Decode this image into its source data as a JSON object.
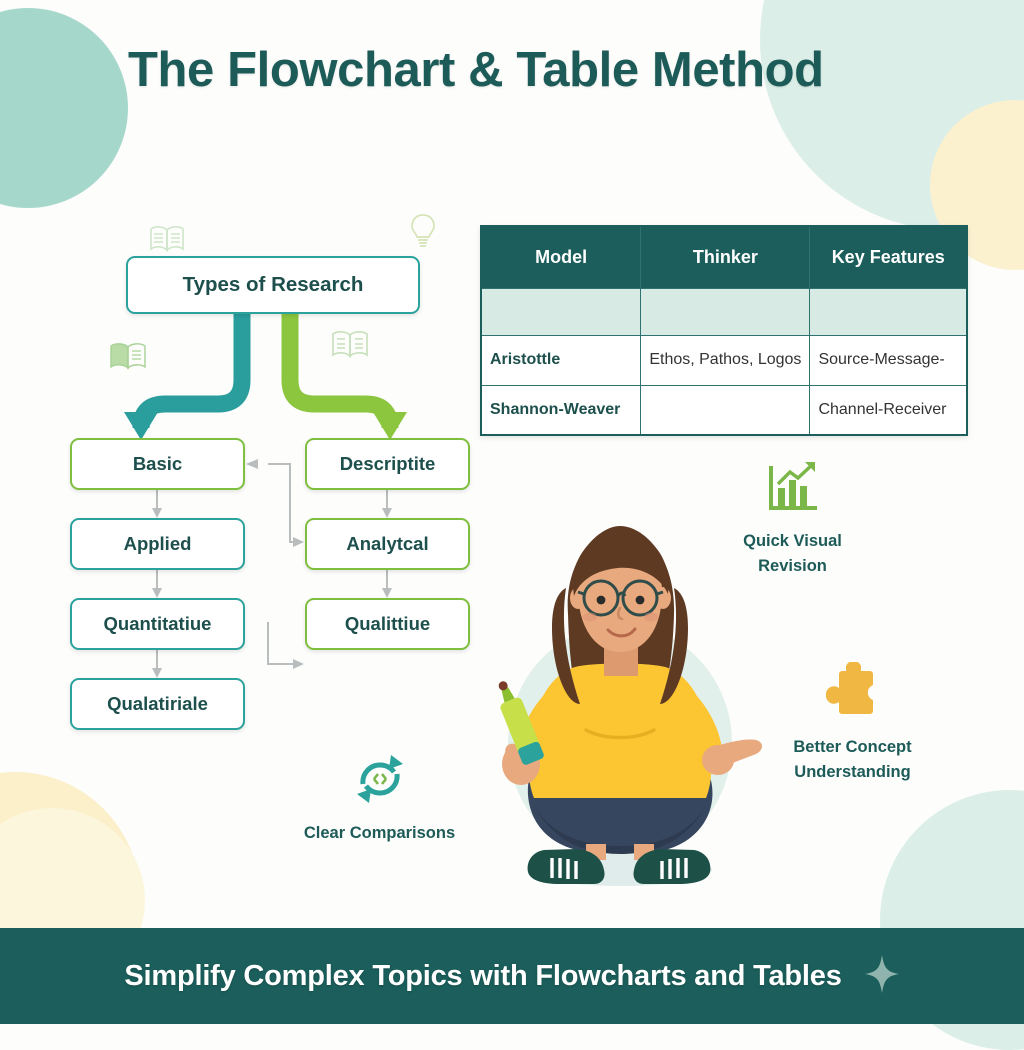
{
  "header": {
    "title": "The Flowchart & Table Method"
  },
  "flowchart": {
    "root": {
      "label": "Types of Research",
      "border_color": "#2ba39c"
    },
    "left_branch": {
      "arrow_color": "#2a9d9d",
      "nodes": [
        {
          "label": "Basic",
          "border_color": "#7fbf3f"
        },
        {
          "label": "Applied",
          "border_color": "#2ba39c"
        },
        {
          "label": "Quantitatiue",
          "border_color": "#2ba39c"
        },
        {
          "label": "Qualatiriale",
          "border_color": "#2ba39c"
        }
      ]
    },
    "right_branch": {
      "arrow_color": "#8cc63f",
      "nodes": [
        {
          "label": "Descriptite",
          "border_color": "#7fbf3f"
        },
        {
          "label": "Analytcal",
          "border_color": "#7fbf3f"
        },
        {
          "label": "Qualittiue",
          "border_color": "#7fbf3f"
        }
      ]
    },
    "decor_icons": [
      "open-book-icon",
      "open-book-icon",
      "open-book-icon",
      "lightbulb-icon"
    ]
  },
  "table": {
    "header_bg": "#1b5e5b",
    "spacer_bg": "#d7ebe4",
    "columns": [
      "Model",
      "Thinker",
      "Key Features"
    ],
    "rows": [
      {
        "model": "",
        "thinker": "",
        "features": ""
      },
      {
        "model": "Aristottle",
        "thinker": "Ethos, Pathos, Logos",
        "features": "Source-Message-"
      },
      {
        "model": "Shannon-Weaver",
        "thinker": "",
        "features": "Channel-Receiver"
      }
    ]
  },
  "benefits": [
    {
      "icon": "bar-chart-growth-icon",
      "label": "Quick Visual\nRevision",
      "label_line1": "Quick Visual",
      "label_line2": "Revision",
      "color": "#7ab648"
    },
    {
      "icon": "puzzle-piece-icon",
      "label": "Better Concept\nUnderstanding",
      "label_line1": "Better Concept",
      "label_line2": "Understanding",
      "color": "#f0b843"
    },
    {
      "icon": "compare-refresh-icon",
      "label": "Clear Comparisons",
      "label_line1": "Clear Comparisons",
      "label_line2": "",
      "color": "#2ba39c"
    }
  ],
  "illustration": {
    "name": "student-sitting-crosslegged-with-highlighter",
    "sweater_color": "#fcc632",
    "pants_color": "#36465e",
    "hair_color": "#5f3a23",
    "skin_color": "#e8a97e",
    "shoe_color": "#1d5147",
    "highlighter_color": "#c7e04a"
  },
  "footer": {
    "text": "Simplify Complex Topics with Flowcharts and Tables",
    "bg_color": "#1b5e5b",
    "sparkle_icon": "four-point-star-icon",
    "sparkle_color": "#8fb4ad"
  },
  "palette": {
    "teal_dark": "#1b5e5b",
    "teal": "#2ba39c",
    "green": "#7fbf3f",
    "mint": "#d7ebe4",
    "cream": "#fbf0ca",
    "page_bg": "#fdfdfc"
  }
}
